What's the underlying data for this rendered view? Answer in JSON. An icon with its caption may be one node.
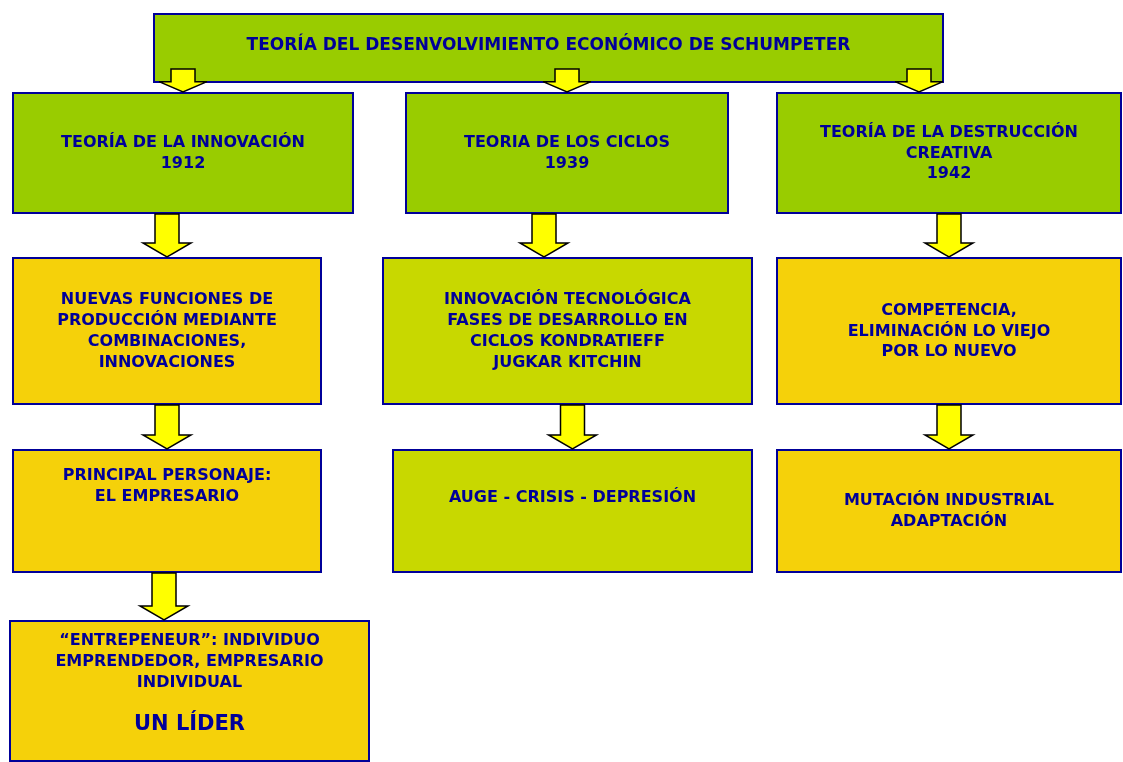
{
  "diagram": {
    "nodes": [
      {
        "text": [
          "TEORÍA DEL DESENVOLVIMIENTO ECONÓMICO DE SCHUMPETER"
        ]
      },
      {
        "text": [
          "TEORÍA DE LA INNOVACIÓN",
          "1912"
        ]
      },
      {
        "text": [
          "TEORIA DE LOS CICLOS",
          "1939"
        ]
      },
      {
        "text": [
          "TEORÍA DE LA DESTRUCCIÓN CREATIVA",
          "1942"
        ]
      },
      {
        "text": [
          "NUEVAS FUNCIONES DE PRODUCCIÓN MEDIANTE COMBINACIONES, INNOVACIONES"
        ]
      },
      {
        "text": [
          "INNOVACIÓN TECNOLÓGICA FASES DE DESARROLLO EN CICLOS KONDRATIEFF JUGKAR KITCHIN"
        ]
      },
      {
        "text": [
          "COMPETENCIA, ELIMINACIÓN LO VIEJO POR LO NUEVO"
        ]
      },
      {
        "text": [
          "PRINCIPAL PERSONAJE: EL EMPRESARIO"
        ]
      },
      {
        "text": [
          "AUGE - CRISIS - DEPRESIÓN"
        ]
      },
      {
        "text": [
          "MUTACIÓN INDUSTRIAL ADAPTACIÓN"
        ]
      },
      {
        "text": [
          "“ENTREPENEUR”: INDIVIDUO EMPRENDEDOR, EMPRESARIO INDIVIDUAL",
          "UN LÍDER"
        ]
      }
    ],
    "edges": [
      {
        "from": 0,
        "to": 1,
        "arrow": "to"
      },
      {
        "from": 0,
        "to": 2,
        "arrow": "to"
      },
      {
        "from": 0,
        "to": 3,
        "arrow": "to"
      },
      {
        "from": 1,
        "to": 4,
        "arrow": "to"
      },
      {
        "from": 4,
        "to": 7,
        "arrow": "to"
      },
      {
        "from": 7,
        "to": 10,
        "arrow": "to"
      },
      {
        "from": 2,
        "to": 5,
        "arrow": "to"
      },
      {
        "from": 5,
        "to": 8,
        "arrow": "to"
      },
      {
        "from": 3,
        "to": 6,
        "arrow": "to"
      },
      {
        "from": 6,
        "to": 9,
        "arrow": "to"
      }
    ]
  }
}
